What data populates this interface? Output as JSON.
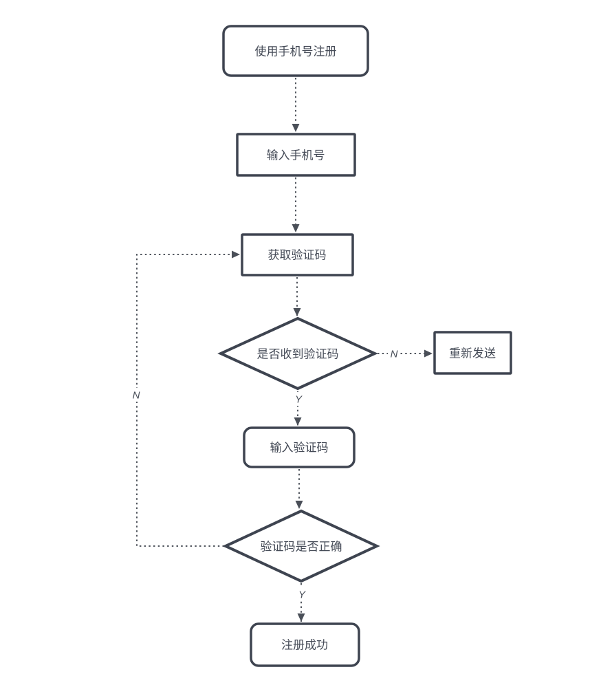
{
  "diagram": {
    "type": "flowchart",
    "background": "#ffffff",
    "node_stroke_color": "#3e4450",
    "edge_stroke_color": "#52575f",
    "text_color": "#454b57",
    "nodes": [
      {
        "id": "start",
        "shape": "rounded-rect",
        "label": "使用手机号注册"
      },
      {
        "id": "enter-phone",
        "shape": "rect",
        "label": "输入手机号"
      },
      {
        "id": "get-code",
        "shape": "rect",
        "label": "获取验证码"
      },
      {
        "id": "code-received",
        "shape": "diamond",
        "label": "是否收到验证码"
      },
      {
        "id": "resend",
        "shape": "rect",
        "label": "重新发送"
      },
      {
        "id": "enter-code",
        "shape": "rounded-rect",
        "label": "输入验证码"
      },
      {
        "id": "code-correct",
        "shape": "diamond",
        "label": "验证码是否正确"
      },
      {
        "id": "success",
        "shape": "rounded-rect",
        "label": "注册成功"
      }
    ],
    "edges": [
      {
        "from": "start",
        "to": "enter-phone",
        "label": ""
      },
      {
        "from": "enter-phone",
        "to": "get-code",
        "label": ""
      },
      {
        "from": "get-code",
        "to": "code-received",
        "label": ""
      },
      {
        "from": "code-received",
        "to": "resend",
        "label": "N"
      },
      {
        "from": "code-received",
        "to": "enter-code",
        "label": "Y"
      },
      {
        "from": "enter-code",
        "to": "code-correct",
        "label": ""
      },
      {
        "from": "code-correct",
        "to": "get-code",
        "label": "N"
      },
      {
        "from": "code-correct",
        "to": "success",
        "label": "Y"
      }
    ]
  }
}
